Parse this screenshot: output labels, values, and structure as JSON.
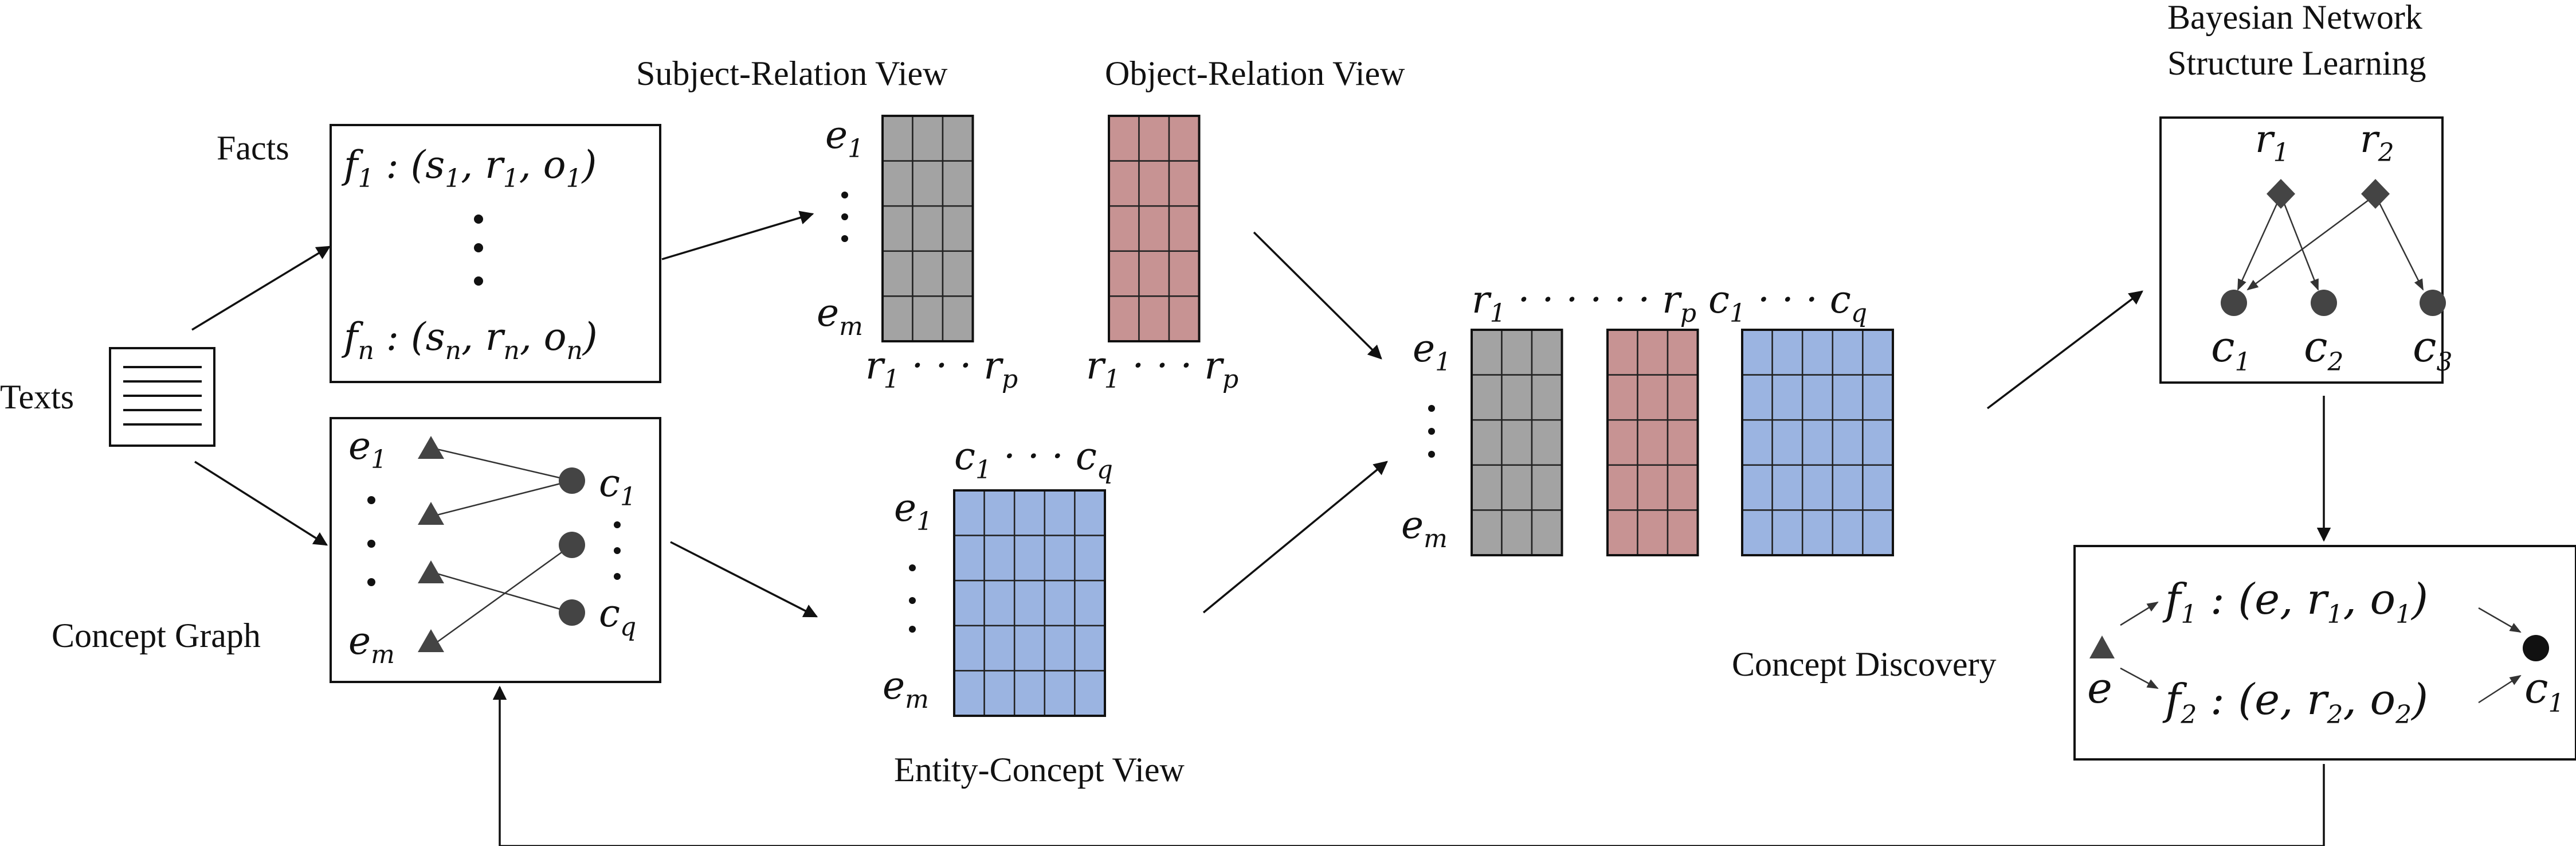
{
  "labels": {
    "texts": "Texts",
    "facts": "Facts",
    "concept_graph": "Concept Graph",
    "subject_relation_view": "Subject-Relation View",
    "object_relation_view": "Object-Relation View",
    "entity_concept_view": "Entity-Concept View",
    "bayesian_line1": "Bayesian  Network",
    "bayesian_line2": "Structure  Learning",
    "concept_discovery": "Concept Discovery"
  },
  "facts_box": {
    "f1": "f",
    "f1_sub": "1",
    "f1_rest": " : (s",
    "f1_s_sub": "1",
    "f1_r": ", r",
    "f1_r_sub": "1",
    "f1_o": ", o",
    "f1_o_sub": "1",
    "f1_close": ")",
    "fn": "f",
    "fn_sub": "n",
    "fn_rest": " : (s",
    "fn_s_sub": "n",
    "fn_r": ", r",
    "fn_r_sub": "n",
    "fn_o": ", o",
    "fn_o_sub": "n",
    "fn_close": ")"
  },
  "concept_graph": {
    "e1": "e",
    "e1_sub": "1",
    "em": "e",
    "em_sub": "m",
    "c1": "c",
    "c1_sub": "1",
    "cq": "c",
    "cq_sub": "q"
  },
  "matrix_labels": {
    "e1": "e",
    "e1_sub": "1",
    "em": "e",
    "em_sub": "m",
    "r1p": "r",
    "r1p_sub1": "1",
    "dots": " · · · ",
    "rp_r": "r",
    "rp_sub": "p",
    "c1": "c",
    "c1_sub": "1",
    "cq": "c",
    "cq_sub": "q",
    "combined_r_dots": " · · · · · · ",
    "combined_c_dots": " · · · "
  },
  "bayes_box": {
    "r1": "r",
    "r1_sub": "1",
    "r2": "r",
    "r2_sub": "2",
    "c1": "c",
    "c1_sub": "1",
    "c2": "c",
    "c2_sub": "2",
    "c3": "c",
    "c3_sub": "3"
  },
  "discovery_box": {
    "e": "e",
    "f1": "f",
    "f1_sub": "1",
    "f1_rest": " : (e, r",
    "f1_r_sub": "1",
    "f1_o": ", o",
    "f1_o_sub": "1",
    "f1_close": ")",
    "f2": "f",
    "f2_sub": "2",
    "f2_rest": " : (e, r",
    "f2_r_sub": "2",
    "f2_o": ", o",
    "f2_o_sub": "2",
    "f2_close": ")",
    "c1": "c",
    "c1_sub": "1"
  },
  "colors": {
    "gray_cell": "#a3a3a3",
    "red_cell": "#c79393",
    "blue_cell": "#9bb4e1",
    "stroke": "#111111",
    "node": "#444444"
  },
  "icons": {
    "document": "document-icon",
    "entity": "triangle-node",
    "concept": "circle-node",
    "relation": "diamond-node"
  }
}
